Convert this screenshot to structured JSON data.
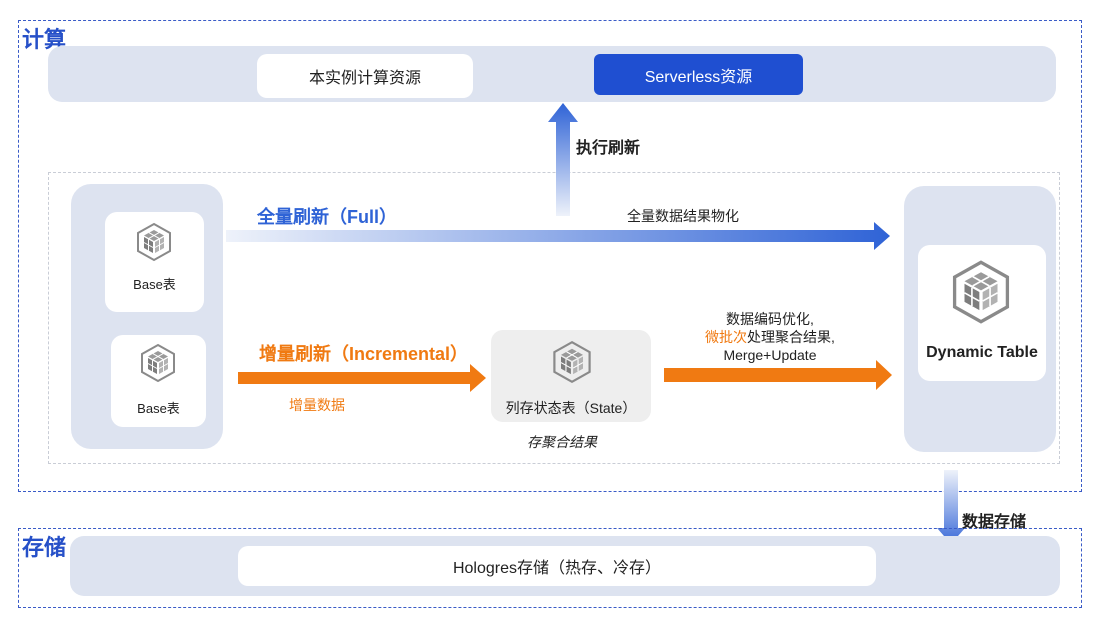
{
  "compute": {
    "title": "计算",
    "instance_resource": "本实例计算资源",
    "serverless_resource": "Serverless资源",
    "execute_refresh": "执行刷新"
  },
  "flow": {
    "base_table_1": "Base表",
    "base_table_2": "Base表",
    "full_refresh": "全量刷新（Full）",
    "full_materialize": "全量数据结果物化",
    "incremental_refresh": "增量刷新（Incremental）",
    "incremental_data": "增量数据",
    "state_table": "列存状态表（State）",
    "store_agg": "存聚合结果",
    "opt_line1": "数据编码优化,",
    "opt_line2_orange": "微批次",
    "opt_line2_rest": "处理聚合结果,",
    "opt_line3": "Merge+Update",
    "dynamic_table": "Dynamic Table"
  },
  "storage": {
    "title": "存储",
    "data_storage": "数据存储",
    "hologres_storage": "Hologres存储（热存、冷存）"
  },
  "colors": {
    "primary_blue": "#2650c8",
    "serverless_blue": "#1f4fd1",
    "accent_orange": "#f07a12",
    "panel_bg": "#dde3f0"
  }
}
